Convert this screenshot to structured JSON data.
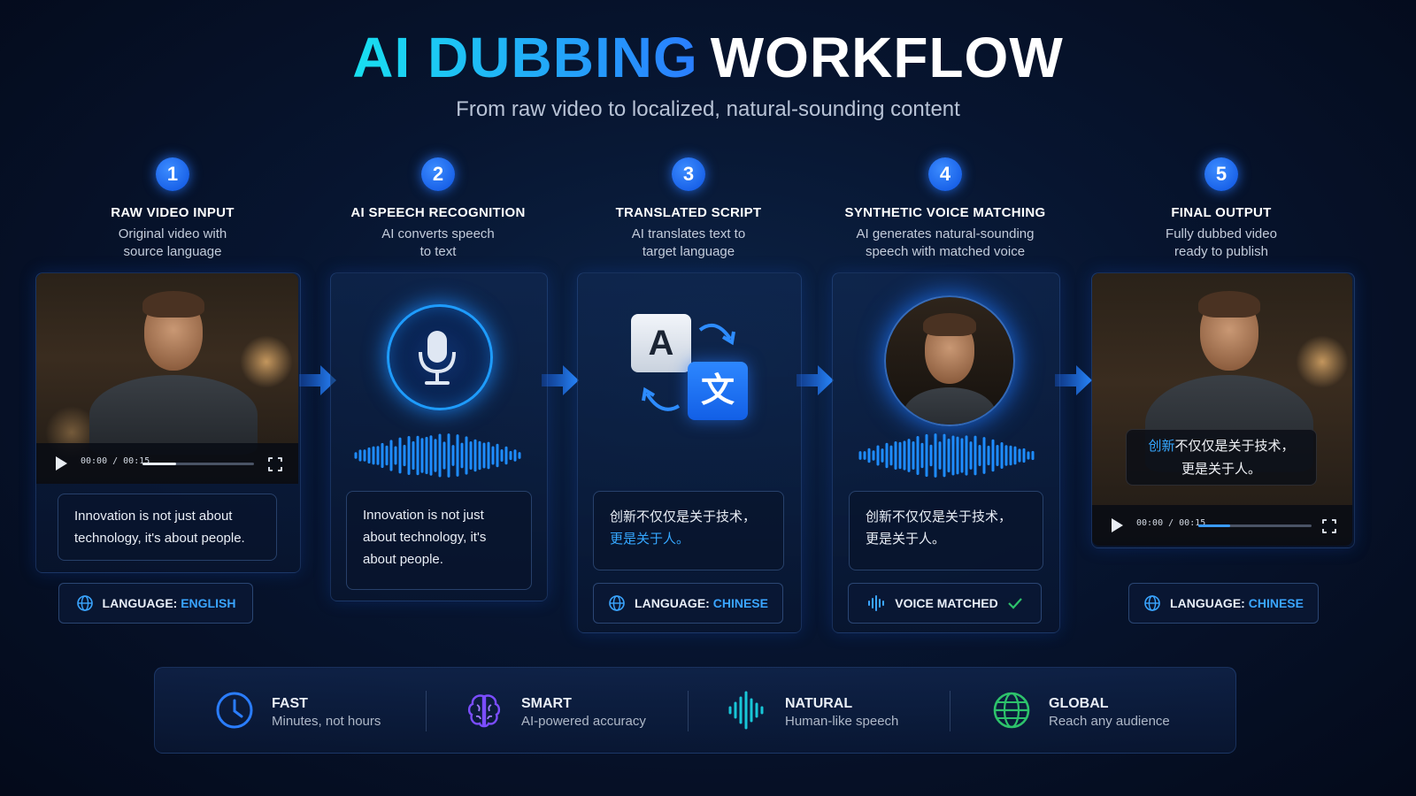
{
  "title": {
    "accent": "AI DUBBING",
    "main": "WORKFLOW"
  },
  "subtitle": "From raw video to localized, natural-sounding content",
  "steps": [
    {
      "number": "1",
      "title": "RAW VIDEO INPUT",
      "desc_line1": "Original video with",
      "desc_line2": "source language"
    },
    {
      "number": "2",
      "title": "AI SPEECH RECOGNITION",
      "desc_line1": "AI converts speech",
      "desc_line2": "to text"
    },
    {
      "number": "3",
      "title": "TRANSLATED SCRIPT",
      "desc_line1": "AI translates text to",
      "desc_line2": "target language"
    },
    {
      "number": "4",
      "title": "SYNTHETIC VOICE MATCHING",
      "desc_line1": "AI generates natural-sounding",
      "desc_line2": "speech with matched voice"
    },
    {
      "number": "5",
      "title": "FINAL OUTPUT",
      "desc_line1": "Fully dubbed video",
      "desc_line2": "ready to publish"
    }
  ],
  "input_video": {
    "time": "00:00 / 00:15",
    "progress": 0.3
  },
  "output_video": {
    "time": "00:00 / 00:15",
    "progress": 0.28
  },
  "captions": {
    "source_line1": "Innovation is not just about",
    "source_line2": "technology, it's about people.",
    "recognized_line1": "Innovation is not just",
    "recognized_line2": "about technology, it's",
    "recognized_line3": "about people.",
    "translated_line1": "创新不仅仅是关于技术，",
    "translated_line2": "更是关于人。",
    "voice_line1": "创新不仅仅是关于技术，",
    "voice_line2": "更是关于人。",
    "output_sub_highlight": "创新",
    "output_sub_rest": "不仅仅是关于技术，",
    "output_sub_line2": "更是关于人。"
  },
  "translate_icon": {
    "source_glyph": "A",
    "target_glyph": "文"
  },
  "pills": {
    "language_label": "LANGUAGE: ",
    "english": "ENGLISH",
    "chinese": "CHINESE",
    "voice_matched": "VOICE MATCHED"
  },
  "features": [
    {
      "title": "FAST",
      "desc": "Minutes, not hours",
      "icon": "clock-icon"
    },
    {
      "title": "SMART",
      "desc": "AI-powered accuracy",
      "icon": "brain-icon"
    },
    {
      "title": "NATURAL",
      "desc": "Human-like speech",
      "icon": "waveform-icon"
    },
    {
      "title": "GLOBAL",
      "desc": "Reach any audience",
      "icon": "globe-icon"
    }
  ],
  "colors": {
    "accent_blue": "#2a7dff",
    "accent_cyan": "#18e0f0",
    "purple": "#7b4dff",
    "green": "#2dc26b"
  }
}
